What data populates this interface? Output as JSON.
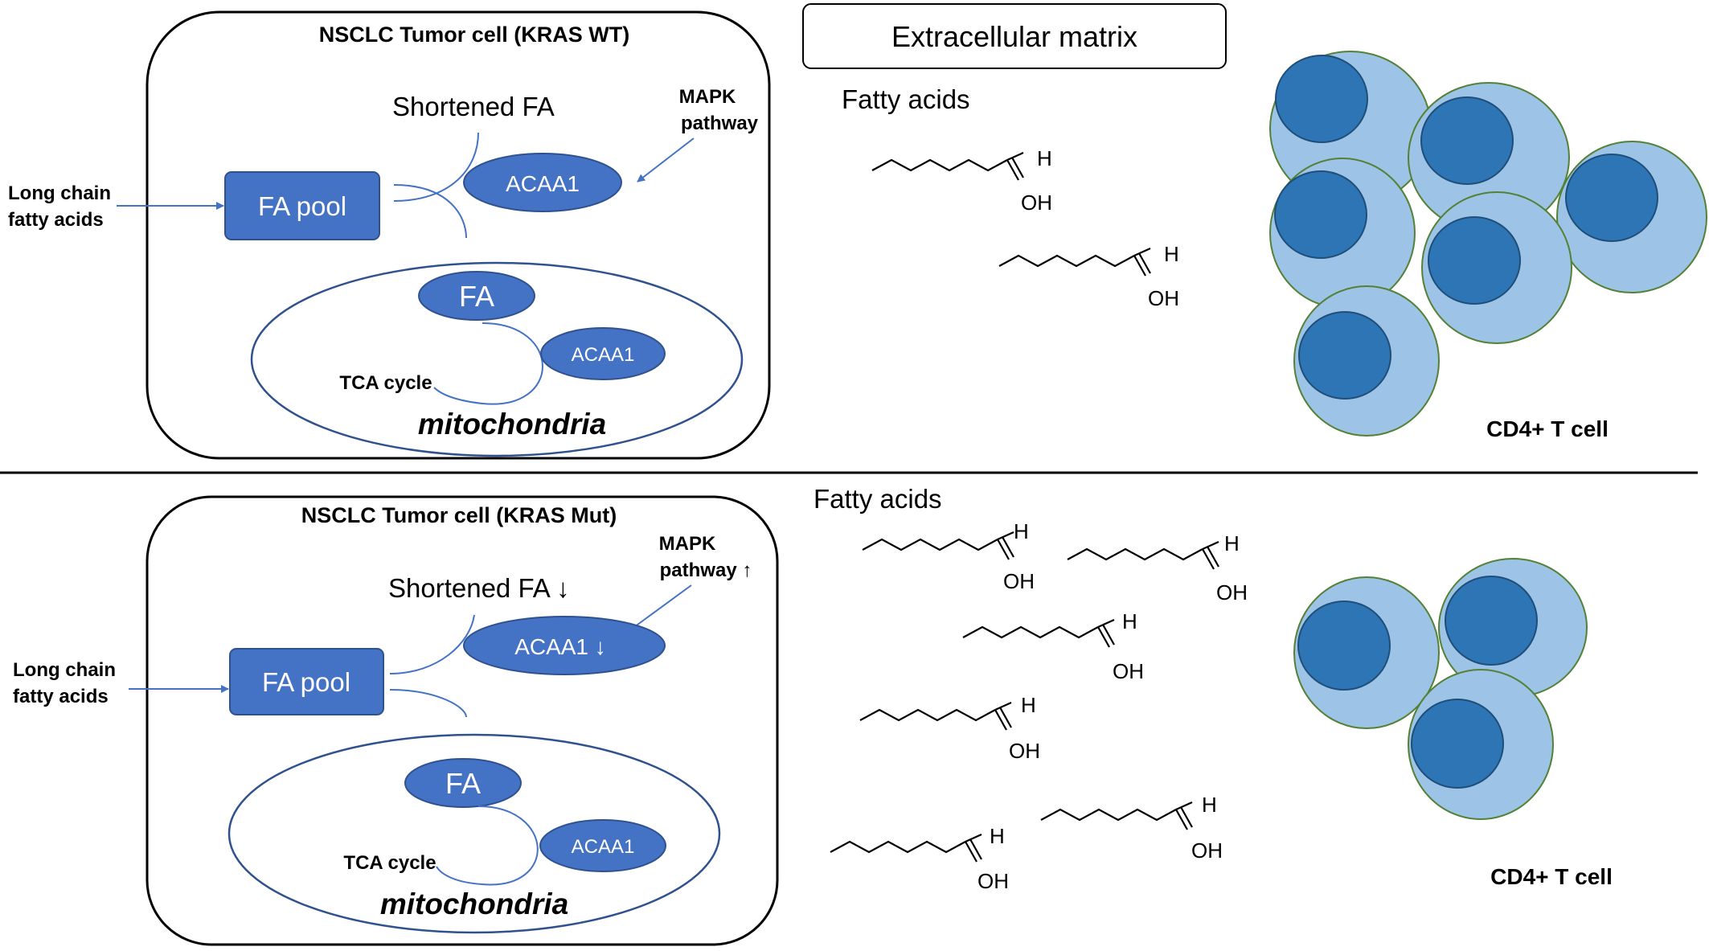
{
  "top": {
    "cell_title": "NSCLC Tumor cell (KRAS WT)",
    "shortened_fa": "Shortened FA",
    "mapk_line1": "MAPK",
    "mapk_line2": "pathway",
    "acaa1_cyto": "ACAA1",
    "fa_pool": "FA pool",
    "long_chain_line1": "Long chain",
    "long_chain_line2": "fatty acids",
    "fa": "FA",
    "acaa1_mito": "ACAA1",
    "tca": "TCA cycle",
    "mito": "mitochondria",
    "fatty_acids": "Fatty acids",
    "tcell": "CD4+ T cell"
  },
  "ecm_title": "Extracellular matrix",
  "bottom": {
    "cell_title": "NSCLC Tumor cell (KRAS Mut)",
    "shortened_fa": "Shortened FA ↓",
    "mapk_line1": "MAPK",
    "mapk_line2": "pathway ↑",
    "acaa1_cyto": "ACAA1 ↓",
    "fa_pool": "FA pool",
    "long_chain_line1": "Long chain",
    "long_chain_line2": "fatty acids",
    "fa": "FA",
    "acaa1_mito": "ACAA1",
    "tca": "TCA cycle",
    "mito": "mitochondria",
    "fatty_acids": "Fatty acids",
    "tcell": "CD4+ T cell"
  },
  "molecule": {
    "h": "H",
    "oh": "OH"
  },
  "colors": {
    "enzyme_fill": "#4472c4",
    "enzyme_stroke": "#2f528f",
    "tcell_outer": "#9dc3e6",
    "tcell_inner": "#2e75b6",
    "tcell_border": "#538135",
    "arrow": "#4472c4"
  }
}
